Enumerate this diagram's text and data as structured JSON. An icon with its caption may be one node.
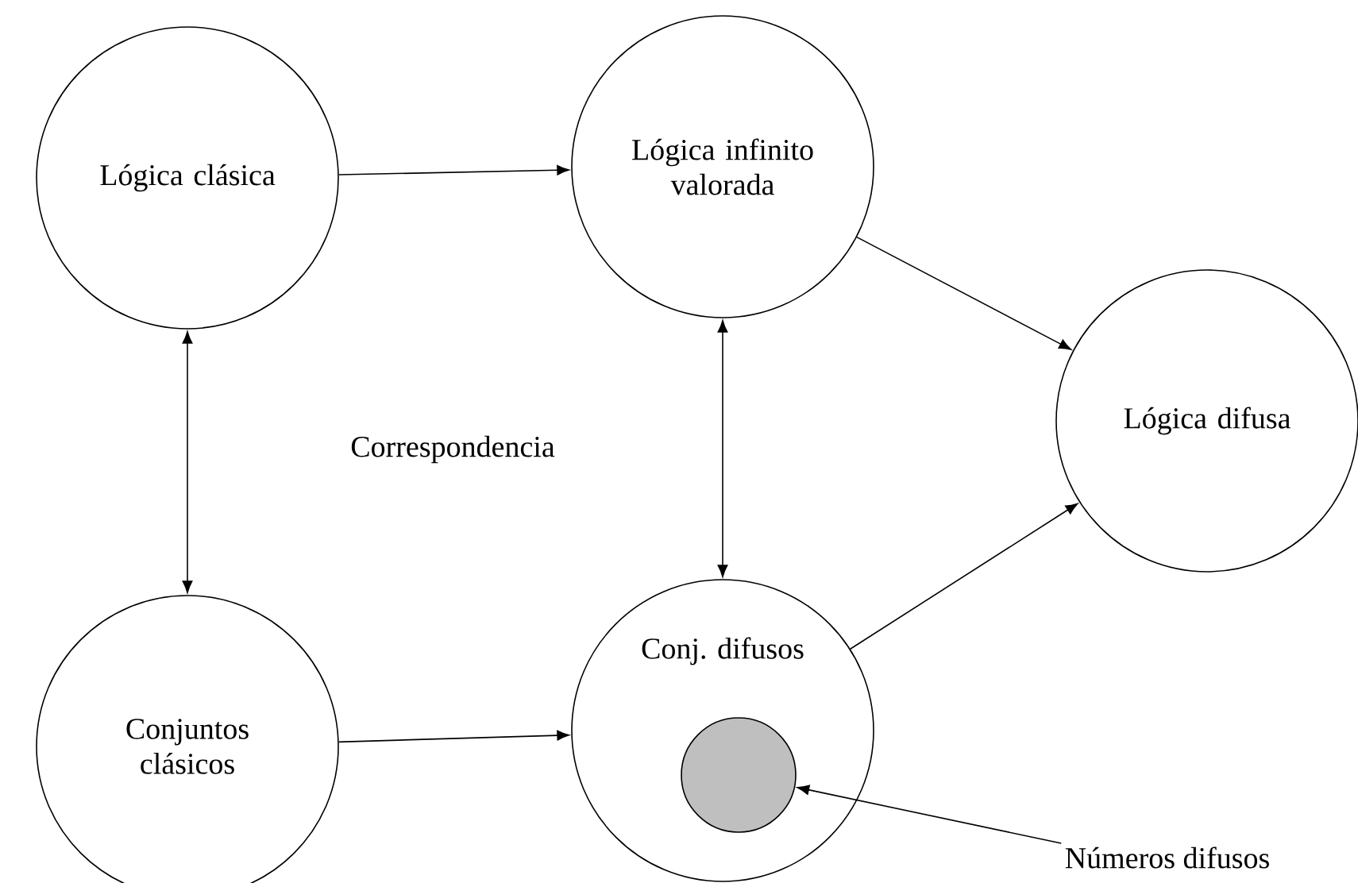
{
  "diagram": {
    "nodes": [
      {
        "text": [
          "Lógica clásica"
        ]
      },
      {
        "text": [
          "Lógica infinito valorada"
        ]
      },
      {
        "text": [
          "Lógica difusa"
        ]
      },
      {
        "text": [
          "Conjuntos clásicos"
        ]
      },
      {
        "text": [
          "Conj. difusos"
        ]
      },
      {
        "text": [],
        "shape": "circle",
        "in": 4
      },
      {
        "text": [
          "Números difusos"
        ]
      }
    ],
    "edges": [
      {
        "from": 0,
        "to": 1,
        "arrow": "to"
      },
      {
        "from": 1,
        "to": 2,
        "arrow": "to"
      },
      {
        "from": 0,
        "to": 3,
        "arrow": "both"
      },
      {
        "from": 1,
        "to": 4,
        "arrow": "both"
      },
      {
        "from": 3,
        "to": 4,
        "arrow": "to"
      },
      {
        "from": 4,
        "to": 2,
        "arrow": "to"
      },
      {
        "from": 6,
        "to": 5,
        "arrow": "to"
      }
    ],
    "labels": [
      "Correspondencia"
    ]
  }
}
